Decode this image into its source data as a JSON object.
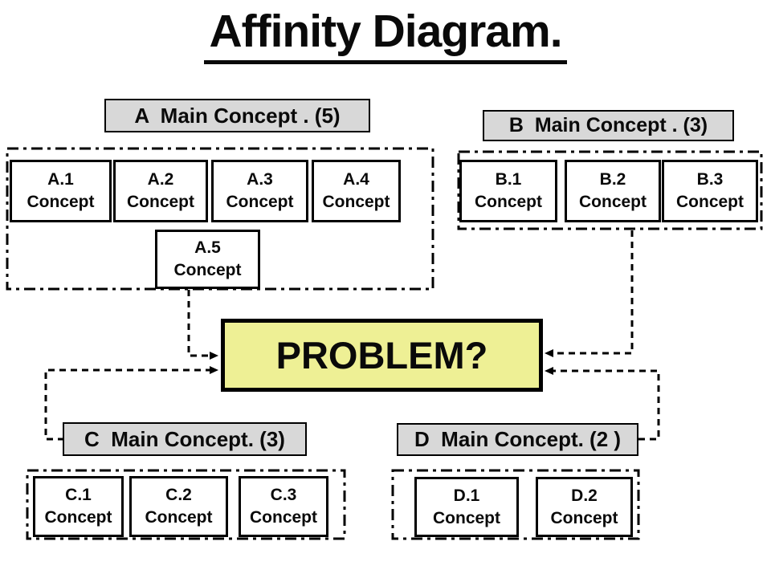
{
  "title": "Affinity Diagram.",
  "problem": {
    "label": "PROBLEM?"
  },
  "colors": {
    "problem_fill": "#EEF095",
    "header_fill": "#D8D8D8",
    "box_fill": "#FFFFFF",
    "line": "#000000"
  },
  "groups": {
    "a": {
      "header": "A  Main Concept . (5)",
      "items": [
        {
          "id": "A.1",
          "label": "Concept"
        },
        {
          "id": "A.2",
          "label": "Concept"
        },
        {
          "id": "A.3",
          "label": "Concept"
        },
        {
          "id": "A.4",
          "label": "Concept"
        },
        {
          "id": "A.5",
          "label": "Concept"
        }
      ]
    },
    "b": {
      "header": "B  Main Concept . (3)",
      "items": [
        {
          "id": "B.1",
          "label": "Concept"
        },
        {
          "id": "B.2",
          "label": "Concept"
        },
        {
          "id": "B.3",
          "label": "Concept"
        }
      ]
    },
    "c": {
      "header": "C  Main Concept. (3)",
      "items": [
        {
          "id": "C.1",
          "label": "Concept"
        },
        {
          "id": "C.2",
          "label": "Concept"
        },
        {
          "id": "C.3",
          "label": "Concept"
        }
      ]
    },
    "d": {
      "header": "D  Main Concept. (2 )",
      "items": [
        {
          "id": "D.1",
          "label": "Concept"
        },
        {
          "id": "D.2",
          "label": "Concept"
        }
      ]
    }
  }
}
